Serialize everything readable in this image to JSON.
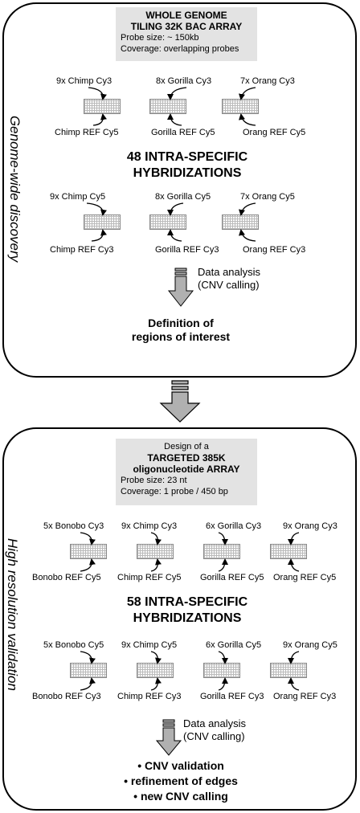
{
  "panel1": {
    "side_label": "Genome-wide discovery",
    "info": {
      "title_line1": "WHOLE GENOME",
      "title_line2": "TILING 32K BAC ARRAY",
      "probe_size": "Probe size: ~  150kb",
      "coverage": "Coverage: overlapping probes"
    },
    "row1": [
      {
        "top": "9x Chimp Cy3",
        "bottom": "Chimp REF Cy5"
      },
      {
        "top": "8x Gorilla Cy3",
        "bottom": "Gorilla REF Cy5"
      },
      {
        "top": "7x Orang Cy3",
        "bottom": "Orang REF Cy5"
      }
    ],
    "heading_line1": "48 INTRA-SPECIFIC",
    "heading_line2": "HYBRIDIZATIONS",
    "row2": [
      {
        "top": "9x Chimp Cy5",
        "bottom": "Chimp REF Cy3"
      },
      {
        "top": "8x Gorilla Cy5",
        "bottom": "Gorilla REF Cy3"
      },
      {
        "top": "7x Orang Cy5",
        "bottom": "Orang REF Cy3"
      }
    ],
    "analysis_line1": "Data analysis",
    "analysis_line2": "(CNV calling)",
    "conclusion_line1": "Definition of",
    "conclusion_line2": "regions of interest"
  },
  "panel2": {
    "side_label": "High resolution validation",
    "info": {
      "line1": "Design of a",
      "title_line1": "TARGETED 385K",
      "title_line2": "oligonucleotide ARRAY",
      "probe_size": "Probe size: 23 nt",
      "coverage": "Coverage: 1 probe / 450 bp"
    },
    "row1": [
      {
        "top": "5x Bonobo Cy3",
        "bottom": "Bonobo REF Cy5"
      },
      {
        "top": "9x Chimp Cy3",
        "bottom": "Chimp REF Cy5"
      },
      {
        "top": "6x Gorilla Cy3",
        "bottom": "Gorilla REF Cy5"
      },
      {
        "top": "9x Orang Cy3",
        "bottom": "Orang REF Cy5"
      }
    ],
    "heading_line1": "58 INTRA-SPECIFIC",
    "heading_line2": "HYBRIDIZATIONS",
    "row2": [
      {
        "top": "5x Bonobo Cy5",
        "bottom": "Bonobo REF Cy3"
      },
      {
        "top": "9x Chimp Cy5",
        "bottom": "Chimp REF Cy3"
      },
      {
        "top": "6x Gorilla Cy5",
        "bottom": "Gorilla REF Cy3"
      },
      {
        "top": "9x Orang Cy5",
        "bottom": "Orang REF Cy3"
      }
    ],
    "analysis_line1": "Data analysis",
    "analysis_line2": "(CNV calling)",
    "bullets": [
      "CNV validation",
      "refinement of edges",
      "new CNV calling"
    ]
  },
  "colors": {
    "arrow_fill": "#b0b0b0",
    "info_bg": "#e3e3e3",
    "border": "#000000"
  }
}
